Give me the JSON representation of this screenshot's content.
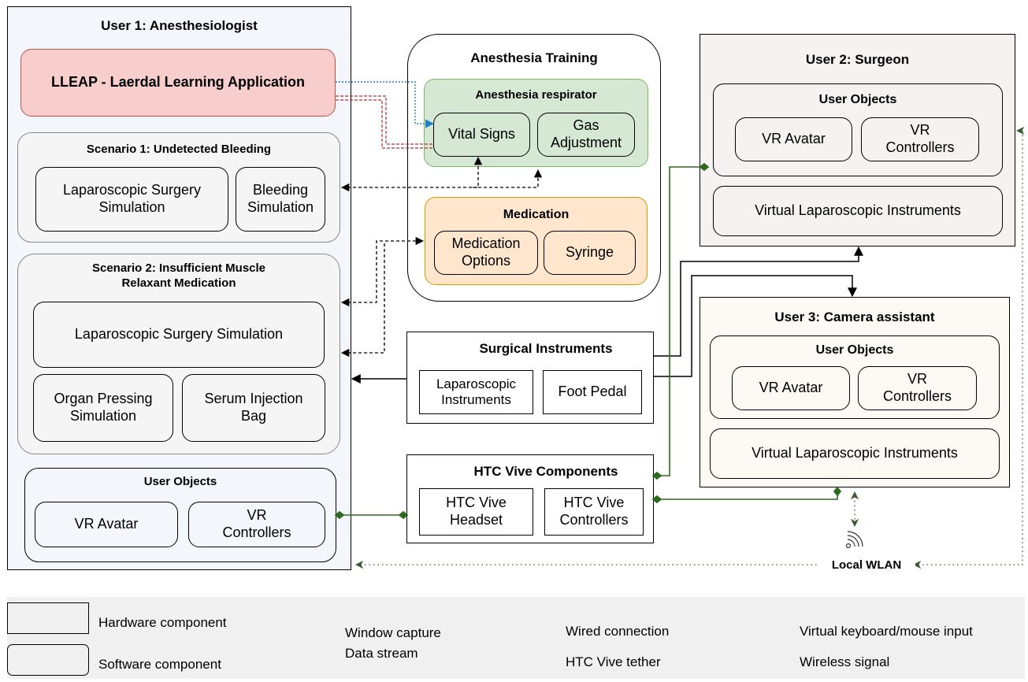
{
  "user1": {
    "title": "User 1: Anesthesiologist",
    "lleap": "LLEAP - Laerdal Learning Application",
    "scenario1": {
      "title": "Scenario 1: Undetected Bleeding",
      "items": [
        "Laparoscopic Surgery Simulation",
        "Bleeding Simulation"
      ]
    },
    "scenario2": {
      "title": "Scenario 2: Insufficient Muscle Relaxant Medication",
      "main": "Laparoscopic Surgery Simulation",
      "items": [
        "Organ Pressing Simulation",
        "Serum Injection Bag"
      ]
    },
    "user_objects": {
      "title": "User Objects",
      "items": [
        "VR Avatar",
        "VR Controllers"
      ]
    }
  },
  "anesthesia_training": {
    "title": "Anesthesia Training",
    "respirator": {
      "title": "Anesthesia respirator",
      "items": [
        "Vital Signs",
        "Gas Adjustment"
      ]
    },
    "medication": {
      "title": "Medication",
      "items": [
        "Medication Options",
        "Syringe"
      ]
    }
  },
  "surgical_instruments": {
    "title": "Surgical Instruments",
    "items": [
      "Laparoscopic Instruments",
      "Foot Pedal"
    ]
  },
  "htc_vive": {
    "title": "HTC Vive Components",
    "items": [
      "HTC Vive Headset",
      "HTC Vive Controllers"
    ]
  },
  "user2": {
    "title": "User 2: Surgeon",
    "user_objects": {
      "title": "User Objects",
      "items": [
        "VR Avatar",
        "VR Controllers"
      ]
    },
    "instruments": "Virtual Laparoscopic Instruments"
  },
  "user3": {
    "title": "User 3: Camera assistant",
    "user_objects": {
      "title": "User Objects",
      "items": [
        "VR Avatar",
        "VR Controllers"
      ]
    },
    "instruments": "Virtual Laparoscopic Instruments"
  },
  "wlan": {
    "label": "Local WLAN"
  },
  "legend": {
    "hardware": "Hardware component",
    "software": "Software component",
    "window_capture": "Window capture",
    "data_stream": "Data stream",
    "wired": "Wired connection",
    "tether": "HTC Vive tether",
    "virtual_input": "Virtual keyboard/mouse input",
    "wireless": "Wireless signal"
  },
  "colors": {
    "user1_bg": "#f3f7fb",
    "lleap_bg": "#f8cecc",
    "lleap_border": "#b85450",
    "respirator_bg": "#d5e8d4",
    "respirator_border": "#82b366",
    "medication_bg": "#ffe6cc",
    "medication_border": "#d79b00",
    "scenario_bg": "#f5f5f5",
    "user2_bg": "#f5f2f1",
    "user3_bg": "#fdfaf5",
    "tether": "#2d6a1e",
    "window_capture": "#1f7fc0",
    "virtual_input": "#b03030",
    "legend_bg": "#f0f0f0"
  }
}
